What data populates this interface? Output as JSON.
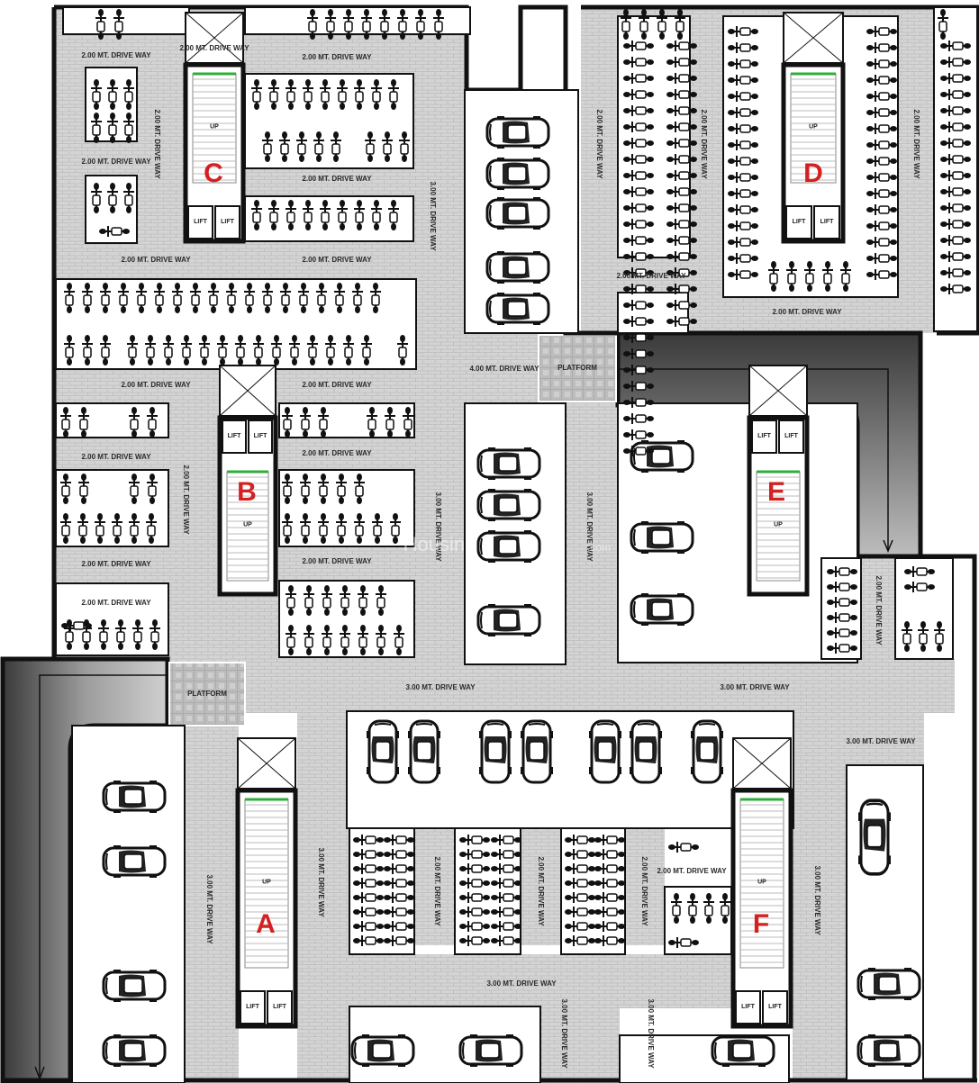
{
  "cores": {
    "a": "A",
    "b": "B",
    "c": "C",
    "d": "D",
    "e": "E",
    "f": "F"
  },
  "lift_label": "LIFT",
  "up_label": "UP",
  "platform_label": "PLATFORM",
  "drive_2": "2.00 MT. DRIVE WAY",
  "drive_3": "3.00 MT. DRIVE WAY",
  "drive_4": "4.00 MT. DRIVE WAY",
  "watermark": "Housing",
  "watermark_domain": ".com",
  "colors": {
    "driveway": "#d2d2d2",
    "wall": "#111111",
    "ramp_dark": "#4a4a4a",
    "core_label": "#d42020",
    "stair_edge": "#2fae3b"
  }
}
